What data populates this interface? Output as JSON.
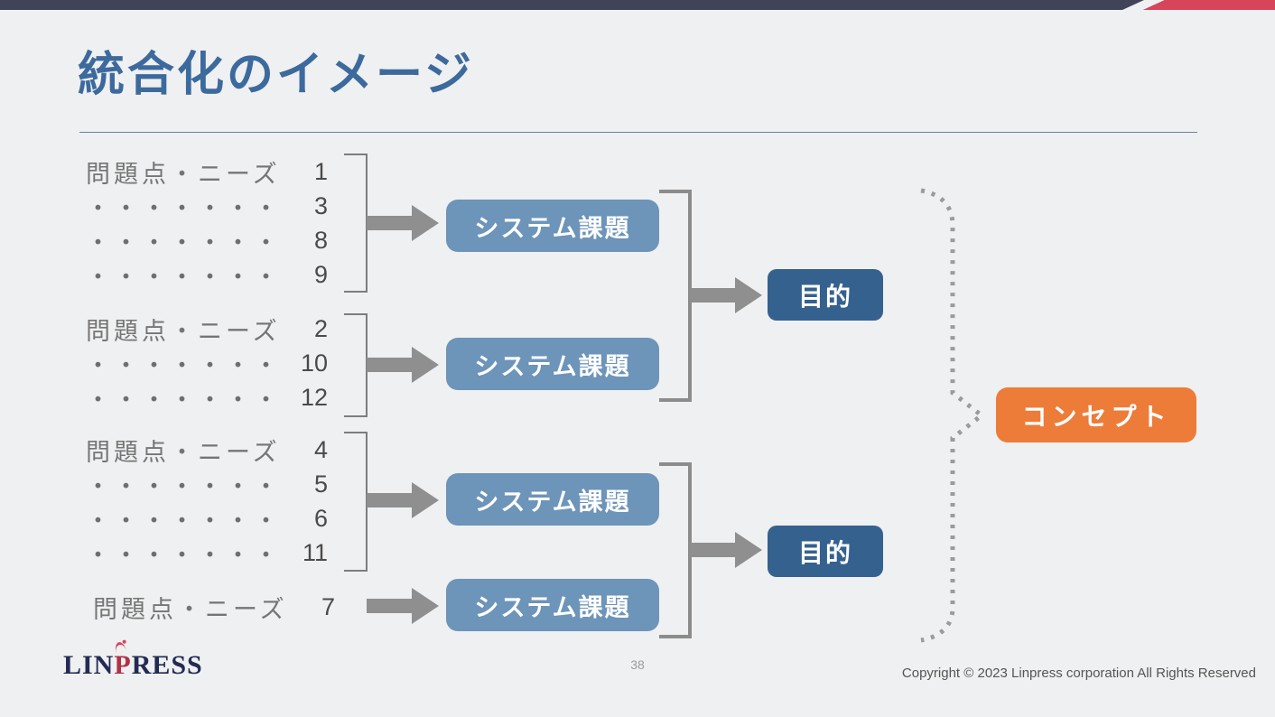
{
  "slide": {
    "title": "統合化のイメージ",
    "page_number": "38",
    "copyright": "Copyright © 2023 Linpress corporation All Rights Reserved"
  },
  "logo": {
    "prefix": "LIN",
    "p": "P",
    "suffix": "RESS"
  },
  "diagram": {
    "dots_row": "・・・・・・・",
    "groups": [
      {
        "label": "問題点・ニーズ",
        "numbers": [
          "1",
          "3",
          "8",
          "9"
        ]
      },
      {
        "label": "問題点・ニーズ",
        "numbers": [
          "2",
          "10",
          "12"
        ]
      },
      {
        "label": "問題点・ニーズ",
        "numbers": [
          "4",
          "5",
          "6",
          "11"
        ]
      },
      {
        "label": "問題点・ニーズ",
        "numbers": [
          "7"
        ]
      }
    ],
    "system_issue_label": "システム課題",
    "purpose_label": "目的",
    "concept_label": "コンセプト"
  },
  "colors": {
    "background": "#eff0f1",
    "top_bar": "#414459",
    "top_bar_accent": "#d8445a",
    "title": "#3d6a9d",
    "system_issue_box": "#6d94b9",
    "purpose_box": "#35618f",
    "concept_box": "#ed7c39",
    "connector_gray": "#8f8f8f"
  }
}
